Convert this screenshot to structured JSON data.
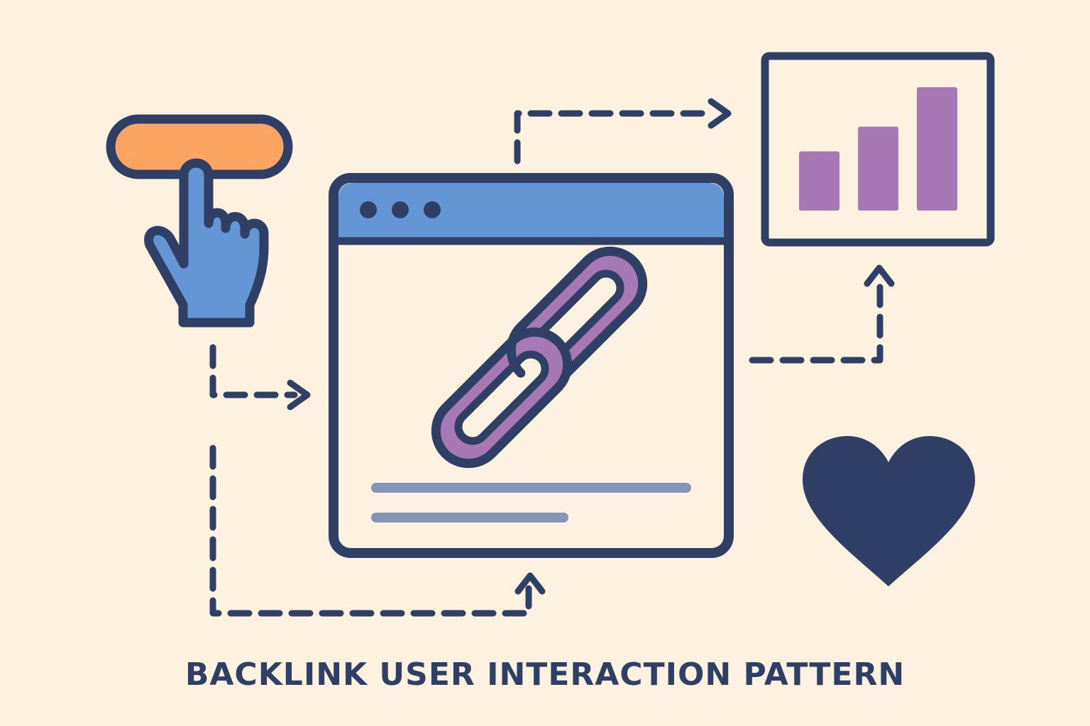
{
  "title": "BACKLINK USER INTERACTION PATTERN",
  "colors": {
    "background": "#FDF1E0",
    "outline": "#2F3F66",
    "button": "#FCA462",
    "hand": "#6496D6",
    "browser_header": "#6496D6",
    "link": "#A778B4",
    "bars": "#A778B4",
    "text_lines": "#8595B8",
    "heart": "#2F3F66"
  },
  "icons": {
    "button": "pill-button-icon",
    "hand": "pointing-hand-icon",
    "browser": "browser-window-icon",
    "link": "chain-link-icon",
    "analytics": "bar-chart-icon",
    "heart": "heart-icon"
  },
  "analytics_bars": [
    {
      "level": 0.48
    },
    {
      "level": 0.68
    },
    {
      "level": 1.0
    }
  ]
}
